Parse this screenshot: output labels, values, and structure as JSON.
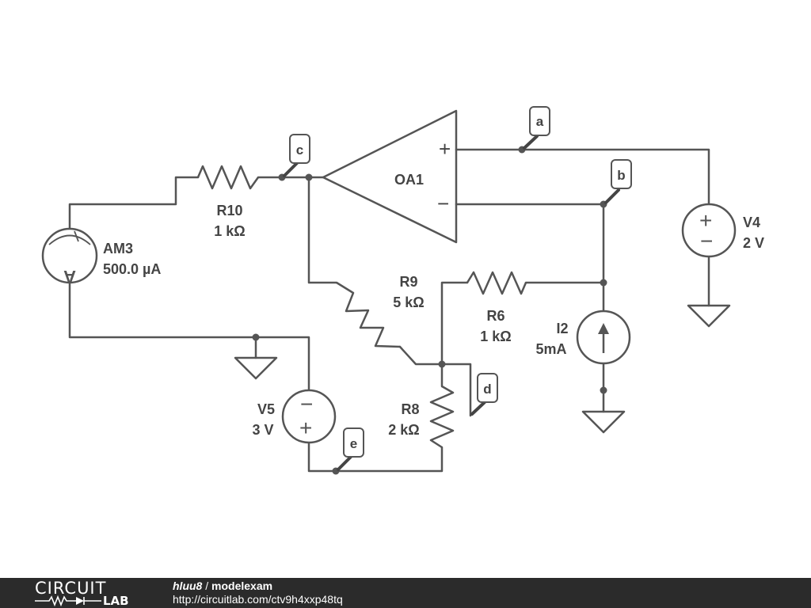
{
  "components": {
    "opamp": {
      "name": "OA1",
      "plus": "+",
      "minus": "−"
    },
    "r10": {
      "name": "R10",
      "value": "1 kΩ"
    },
    "r9": {
      "name": "R9",
      "value": "5 kΩ"
    },
    "r6": {
      "name": "R6",
      "value": "1 kΩ"
    },
    "r8": {
      "name": "R8",
      "value": "2 kΩ"
    },
    "am3": {
      "name": "AM3",
      "value": "500.0 µA",
      "symbol": "A"
    },
    "v4": {
      "name": "V4",
      "value": "2 V",
      "plus": "+",
      "minus": "−"
    },
    "v5": {
      "name": "V5",
      "value": "3 V",
      "plus": "+",
      "minus": "−"
    },
    "i2": {
      "name": "I2",
      "value": "5mA"
    }
  },
  "nodes": {
    "a": "a",
    "b": "b",
    "c": "c",
    "d": "d",
    "e": "e"
  },
  "footer": {
    "logo_top": "CIRCUIT",
    "logo_bottom": "LAB",
    "author": "hluu8",
    "separator": " / ",
    "title": "modelexam",
    "url": "http://circuitlab.com/ctv9h4xxp48tq"
  }
}
